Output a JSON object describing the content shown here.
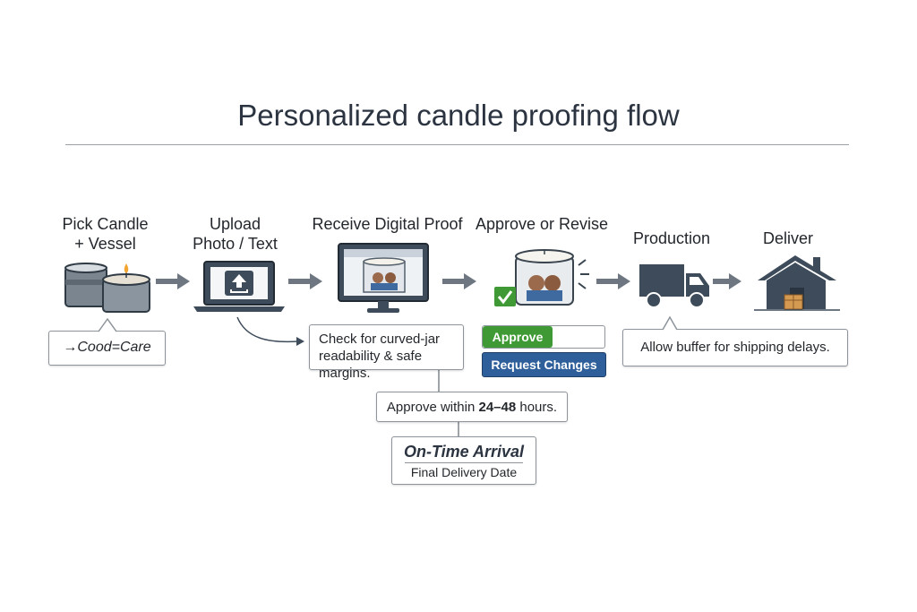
{
  "title": "Personalized candle proofing flow",
  "steps": [
    {
      "label_line1": "Pick Candle",
      "label_line2": "+ Vessel"
    },
    {
      "label_line1": "Upload",
      "label_line2": "Photo / Text"
    },
    {
      "label_line1": "Receive Digital Proof"
    },
    {
      "label_line1": "Approve or Revise"
    },
    {
      "label_line1": "Production"
    },
    {
      "label_line1": "Deliver"
    }
  ],
  "callouts": {
    "care_note": "→Cood=Care",
    "proof_check_line1": "Check for curved-jar",
    "proof_check_line2": "readability & safe margins.",
    "approve_label": "Approve",
    "request_changes_label": "Request Changes",
    "approve_window_prefix": "Approve within ",
    "approve_window_hours": "24–48",
    "approve_window_suffix": " hours.",
    "arrival_title": "On-Time Arrival",
    "arrival_subtitle": "Final Delivery Date",
    "shipping_buffer": "Allow buffer for shipping delays."
  },
  "icons": [
    "candle-icon",
    "laptop-upload-icon",
    "monitor-proof-icon",
    "jar-approve-icon",
    "truck-icon",
    "house-package-icon"
  ],
  "colors": {
    "dark": "#3d4b5a",
    "approve_green": "#3f9a35",
    "request_blue": "#2f5f9a",
    "arrow_gray": "#6e7781"
  }
}
